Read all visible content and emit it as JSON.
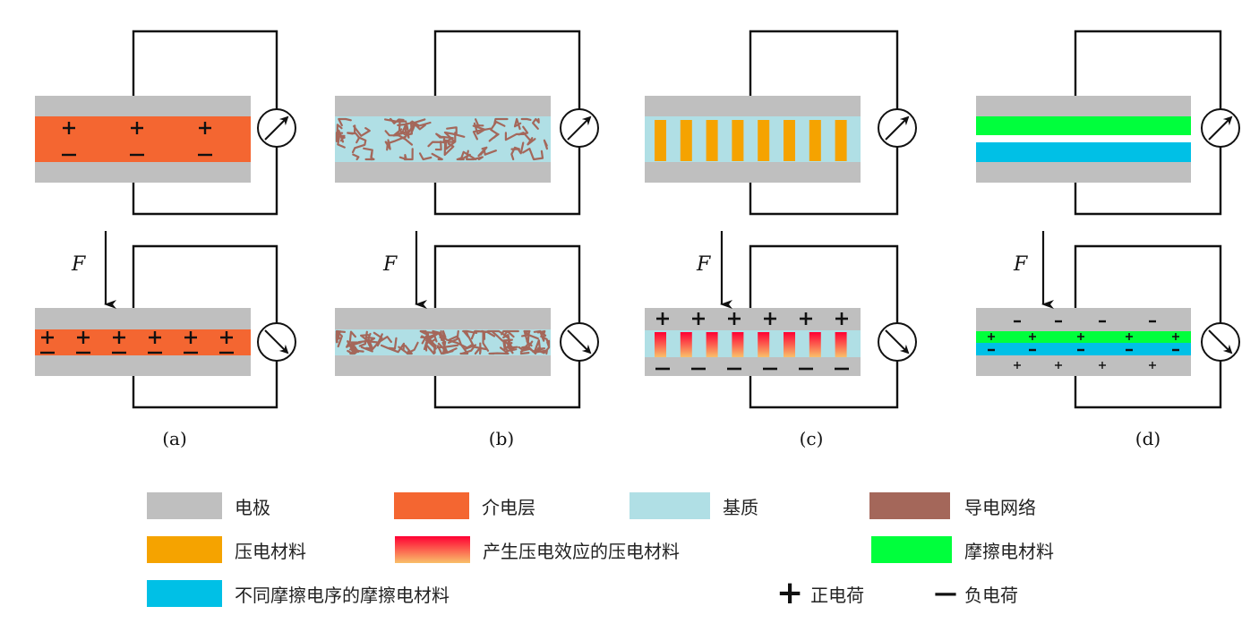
{
  "figure": {
    "force_label": "F",
    "panels": [
      {
        "id": "a",
        "caption": "(a)",
        "type": "capacitive",
        "description": "dielectric layer between electrodes",
        "charges_rest": 3,
        "charges_pressed": 6,
        "meter_rest": "up",
        "meter_pressed": "down"
      },
      {
        "id": "b",
        "caption": "(b)",
        "type": "piezoresistive",
        "description": "conductive network in matrix",
        "meter_rest": "up",
        "meter_pressed": "down"
      },
      {
        "id": "c",
        "caption": "(c)",
        "type": "piezoelectric",
        "description": "piezoelectric pillars in matrix",
        "pillars": 8,
        "charges_pressed": 6,
        "meter_rest": "up",
        "meter_pressed": "down"
      },
      {
        "id": "d",
        "caption": "(d)",
        "type": "triboelectric",
        "description": "two triboelectric layers",
        "electrode_charges": 4,
        "layer_charges": 5,
        "meter_rest": "up",
        "meter_pressed": "down"
      }
    ]
  },
  "colors": {
    "electrode": "#BFBFBF",
    "dielectric": "#F46631",
    "matrix": "#B0DFE5",
    "network": "#A4675A",
    "piezo": "#F5A300",
    "piezo_active_top": "#FF0033",
    "piezo_active_bottom": "#F9C06A",
    "tribo": "#00FF3C",
    "tribo_other": "#00C0E6",
    "wire": "#111111"
  },
  "legend": {
    "items": [
      {
        "key": "electrode",
        "label": "电极"
      },
      {
        "key": "dielectric",
        "label": "介电层"
      },
      {
        "key": "matrix",
        "label": "基质"
      },
      {
        "key": "network",
        "label": "导电网络"
      },
      {
        "key": "piezo",
        "label": "压电材料"
      },
      {
        "key": "piezo_active",
        "label": "产生压电效应的压电材料"
      },
      {
        "key": "tribo",
        "label": "摩擦电材料"
      },
      {
        "key": "tribo_other",
        "label": "不同摩擦电序的摩擦电材料"
      }
    ],
    "positive": {
      "symbol": "+",
      "label": "正电荷"
    },
    "negative": {
      "symbol": "—",
      "label": "负电荷"
    }
  }
}
